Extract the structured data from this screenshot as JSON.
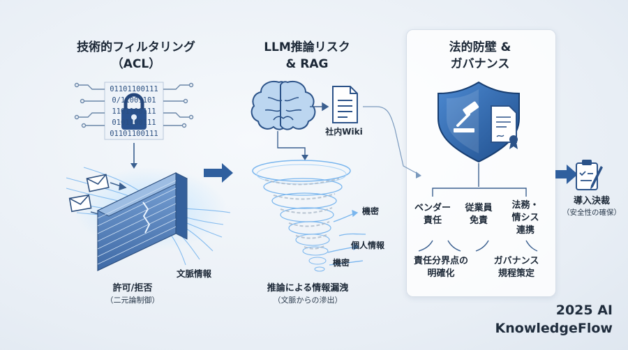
{
  "col1": {
    "title_line1": "技術的フィルタリング",
    "title_line2": "（ACL）",
    "binary_rows": [
      "01101100111",
      "0/11001101",
      "1101100111",
      "0101100111",
      "01101100111"
    ],
    "wall_label": "文脈情報",
    "result_line1": "許可/拒否",
    "result_line2": "（二元論制御）"
  },
  "col2": {
    "title_line1": "LLM推論リスク",
    "title_line2": "& RAG",
    "doc_label": "社内Wiki",
    "funnel_labels": [
      "機密",
      "個人情報",
      "機密"
    ],
    "result_line1": "推論による情報漏洩",
    "result_line2": "（文脈からの滲出）"
  },
  "col3": {
    "title_line1": "法的防壁 &",
    "title_line2": "ガバナンス",
    "branch1_line1": "ベンダー",
    "branch1_line2": "責任",
    "branch2_line1": "従業員",
    "branch2_line2": "免責",
    "branch3_line1": "法務・",
    "branch3_line2": "情シス",
    "branch3_line3": "連携",
    "bottom1_line1": "責任分界点の",
    "bottom1_line2": "明確化",
    "bottom2_line1": "ガバナンス",
    "bottom2_line2": "規程策定"
  },
  "col4": {
    "label_line1": "導入決裁",
    "label_line2": "（安全性の確保）"
  },
  "brand": {
    "line1": "2025 AI",
    "line2": "KnowledgeFlow"
  },
  "colors": {
    "accent": "#2f5f9e",
    "light_blue": "#6fa8dc",
    "wall": "#5b86bf"
  }
}
